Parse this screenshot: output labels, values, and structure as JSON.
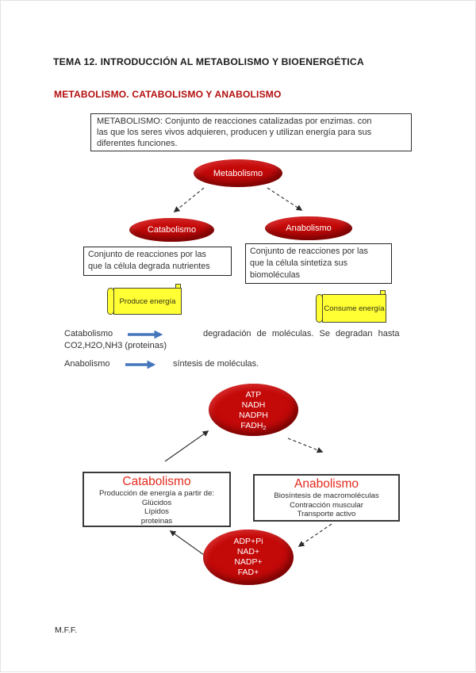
{
  "page": {
    "title": "TEMA 12. INTRODUCCIÓN AL METABOLISMO Y BIOENERGÉTICA",
    "heading": "METABOLISMO. CATABOLISMO Y ANABOLISMO",
    "footer": "M.F.F."
  },
  "definition_box": {
    "lines": [
      "METABOLISMO: Conjunto de reacciones catalizadas por enzimas. con",
      "las que los seres vivos adquieren, producen y utilizan energía para sus",
      "diferentes funciones."
    ]
  },
  "tree": {
    "root_label": "Metabolismo",
    "left_label": "Catabolismo",
    "right_label": "Anabolismo",
    "left_box_lines": [
      "Conjunto de reacciones por las",
      "que la célula degrada nutrientes"
    ],
    "right_box_lines": [
      "Conjunto de reacciones por las",
      "que la célula sintetiza sus",
      "biomoléculas"
    ],
    "left_scroll": "Produce energía",
    "right_scroll": "Consume energía"
  },
  "notes": {
    "line1_term": "Catabolismo",
    "line1_text": "degradación de moléculas. Se degradan hasta",
    "line2_text": "CO2,H2O,NH3 (proteinas)",
    "line3_term": "Anabolismo",
    "line3_text": "síntesis de moléculas."
  },
  "cycle": {
    "top_ellipse_lines": [
      "ATP",
      "NADH",
      "NADPH"
    ],
    "top_ellipse_last_base": "FADH",
    "top_ellipse_last_sub": "2",
    "catabolismo_box": {
      "title": "Catabolismo",
      "lines": [
        "Producción de energía a partir de:",
        "Glúcidos",
        "Lípidos",
        "proteinas"
      ]
    },
    "anabolismo_box": {
      "title": "Anabolismo",
      "lines": [
        "Biosíntesis de macromoléculas",
        "Contracción muscular",
        "Transporte activo"
      ]
    },
    "bottom_ellipse_lines": [
      "ADP+Pi",
      "NAD+",
      "NADP+",
      "FAD+"
    ]
  },
  "colors": {
    "heading_red": "#b30d0d",
    "ellipse_red": "#c40909",
    "box_title_red": "#e32a1d",
    "scroll_yellow": "#ffff33",
    "arrow_blue": "#4576bc",
    "line_black": "#2b2b2b"
  }
}
